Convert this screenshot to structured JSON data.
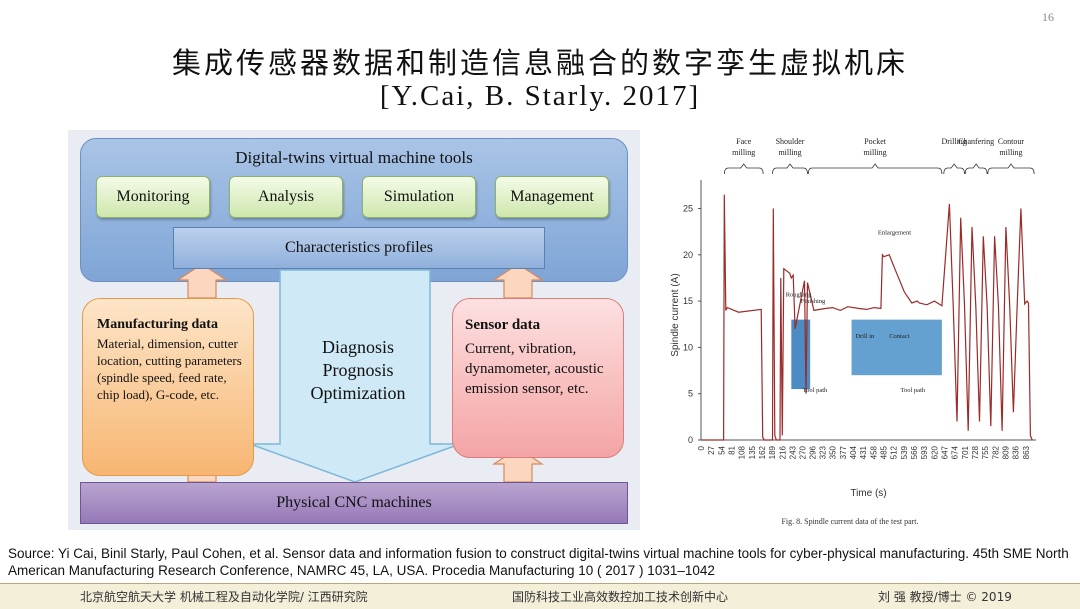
{
  "page_number": "16",
  "title": "集成传感器数据和制造信息融合的数字孪生虚拟机床",
  "subtitle": "[Y.Cai, B. Starly. 2017]",
  "diagram": {
    "top_title": "Digital-twins virtual machine tools",
    "modules": [
      "Monitoring",
      "Analysis",
      "Simulation",
      "Management"
    ],
    "profiles": "Characteristics profiles",
    "manufacturing_head": "Manufacturing data",
    "manufacturing_body": "Material, dimension, cutter location, cutting parameters (spindle speed, feed rate, chip load), G-code, etc.",
    "sensor_head": "Sensor data",
    "sensor_body": "Current, vibration, dynamometer, acoustic emission sensor, etc.",
    "center": [
      "Diagnosis",
      "Prognosis",
      "Optimization"
    ],
    "bottom": "Physical CNC machines"
  },
  "chart_data": {
    "type": "line",
    "title": "",
    "xlabel": "Time (s)",
    "ylabel": "Spindle current (A)",
    "ylim": [
      0,
      27
    ],
    "xlim": [
      0,
      890
    ],
    "yticks": [
      0,
      5,
      10,
      15,
      20,
      25
    ],
    "xticks": [
      0,
      27,
      54,
      81,
      108,
      135,
      162,
      189,
      216,
      243,
      270,
      296,
      323,
      350,
      377,
      404,
      431,
      458,
      485,
      512,
      539,
      566,
      593,
      620,
      647,
      674,
      701,
      728,
      755,
      782,
      809,
      836,
      863
    ],
    "phases": [
      "Face milling",
      "Shoulder milling",
      "Pocket milling",
      "Drilling",
      "Chanfering",
      "Contour milling"
    ],
    "annotations": [
      "Enlargement",
      "Roughing",
      "Finishing",
      "Drill in",
      "Contact",
      "Tool path",
      "Tool path"
    ],
    "caption": "Fig. 8. Spindle current data of the test part.",
    "series": [
      {
        "color": "#9b2a2a",
        "x": [
          0,
          60,
          62,
          66,
          70,
          100,
          160,
          164,
          168,
          176,
          185,
          190,
          192,
          196,
          200,
          210,
          212,
          216,
          220,
          236,
          240,
          245,
          250,
          275,
          279,
          283,
          300,
          330,
          350,
          370,
          390,
          420,
          440,
          460,
          478,
          482,
          486,
          500,
          520,
          540,
          560,
          575,
          580,
          600,
          620,
          640,
          660,
          670,
          680,
          690,
          700,
          710,
          720,
          730,
          740,
          750,
          760,
          770,
          780,
          790,
          800,
          810,
          820,
          830,
          840,
          850,
          860,
          866,
          870,
          875,
          880
        ],
        "y": [
          0,
          0,
          26.5,
          14,
          14.3,
          13.8,
          14.1,
          0.3,
          0,
          0,
          0,
          0,
          25,
          0.5,
          0,
          0,
          17.5,
          0.5,
          18.5,
          18,
          17.5,
          17.8,
          12,
          17.2,
          5,
          17,
          14,
          14.2,
          14.3,
          14,
          14.4,
          14.2,
          14.1,
          14.3,
          14.2,
          20,
          19.8,
          20,
          18,
          16,
          14.8,
          15,
          14.8,
          14.6,
          15,
          14.5,
          25.5,
          14.5,
          2,
          24,
          14.6,
          1,
          23,
          14.5,
          2,
          22,
          14.5,
          1.5,
          22,
          14.6,
          1,
          23,
          14.5,
          3,
          14.6,
          25,
          14.7,
          15,
          14.8,
          0.5,
          0
        ]
      }
    ]
  },
  "source_text": "Source: Yi Cai, Binil Starly, Paul Cohen, et al. Sensor data and information fusion to construct digital-twins virtual machine tools for cyber-physical manufacturing. 45th SME North American Manufacturing Research Conference, NAMRC 45, LA, USA. Procedia Manufacturing 10 ( 2017 ) 1031–1042",
  "footer": {
    "left": "北京航空航天大学 机械工程及自动化学院/ 江西研究院",
    "center": "国防科技工业高效数控加工技术创新中心",
    "right": "刘  强 教授/博士 © 2019"
  }
}
